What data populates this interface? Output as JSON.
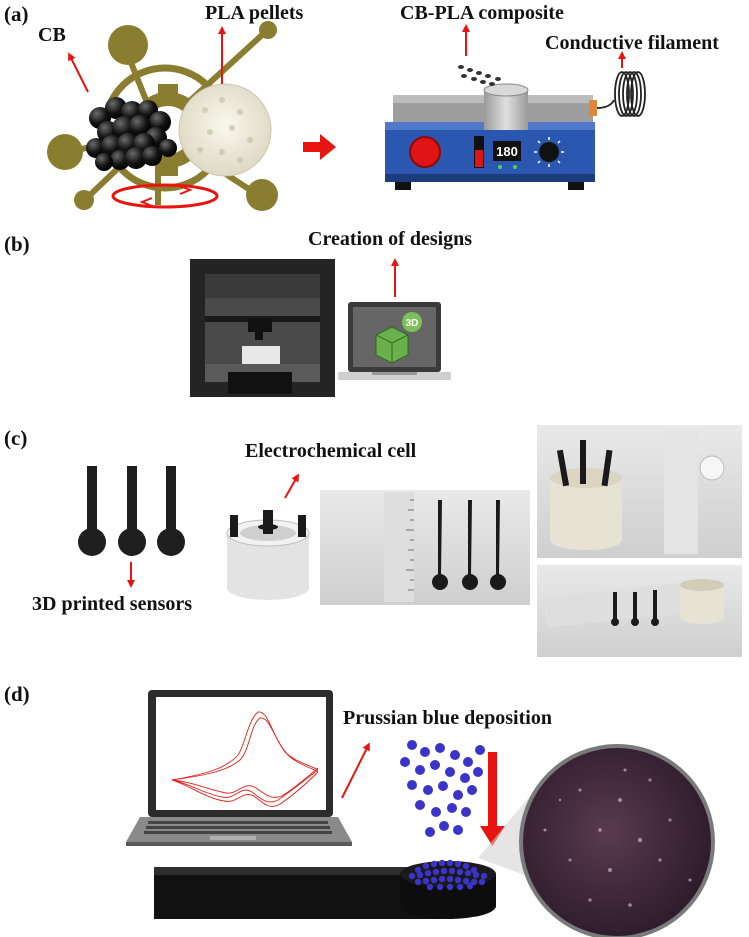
{
  "panels": {
    "a": {
      "letter": "(a)",
      "label_cb": "CB",
      "label_pla": "PLA pellets",
      "label_composite": "CB-PLA composite",
      "label_filament": "Conductive filament",
      "extruder_display": "180"
    },
    "b": {
      "letter": "(b)",
      "label_designs": "Creation of designs",
      "laptop_badge": "3D"
    },
    "c": {
      "letter": "(c)",
      "label_cell": "Electrochemical cell",
      "label_sensors": "3D printed sensors"
    },
    "d": {
      "letter": "(d)",
      "label_deposition": "Prussian blue deposition"
    }
  },
  "colors": {
    "arrow_red": "#e8140f",
    "olive": "#8a7d2f",
    "extruder_blue": "#2c57b0",
    "prussian_blue": "#3a35c8",
    "cv_curve": "#e02020"
  }
}
